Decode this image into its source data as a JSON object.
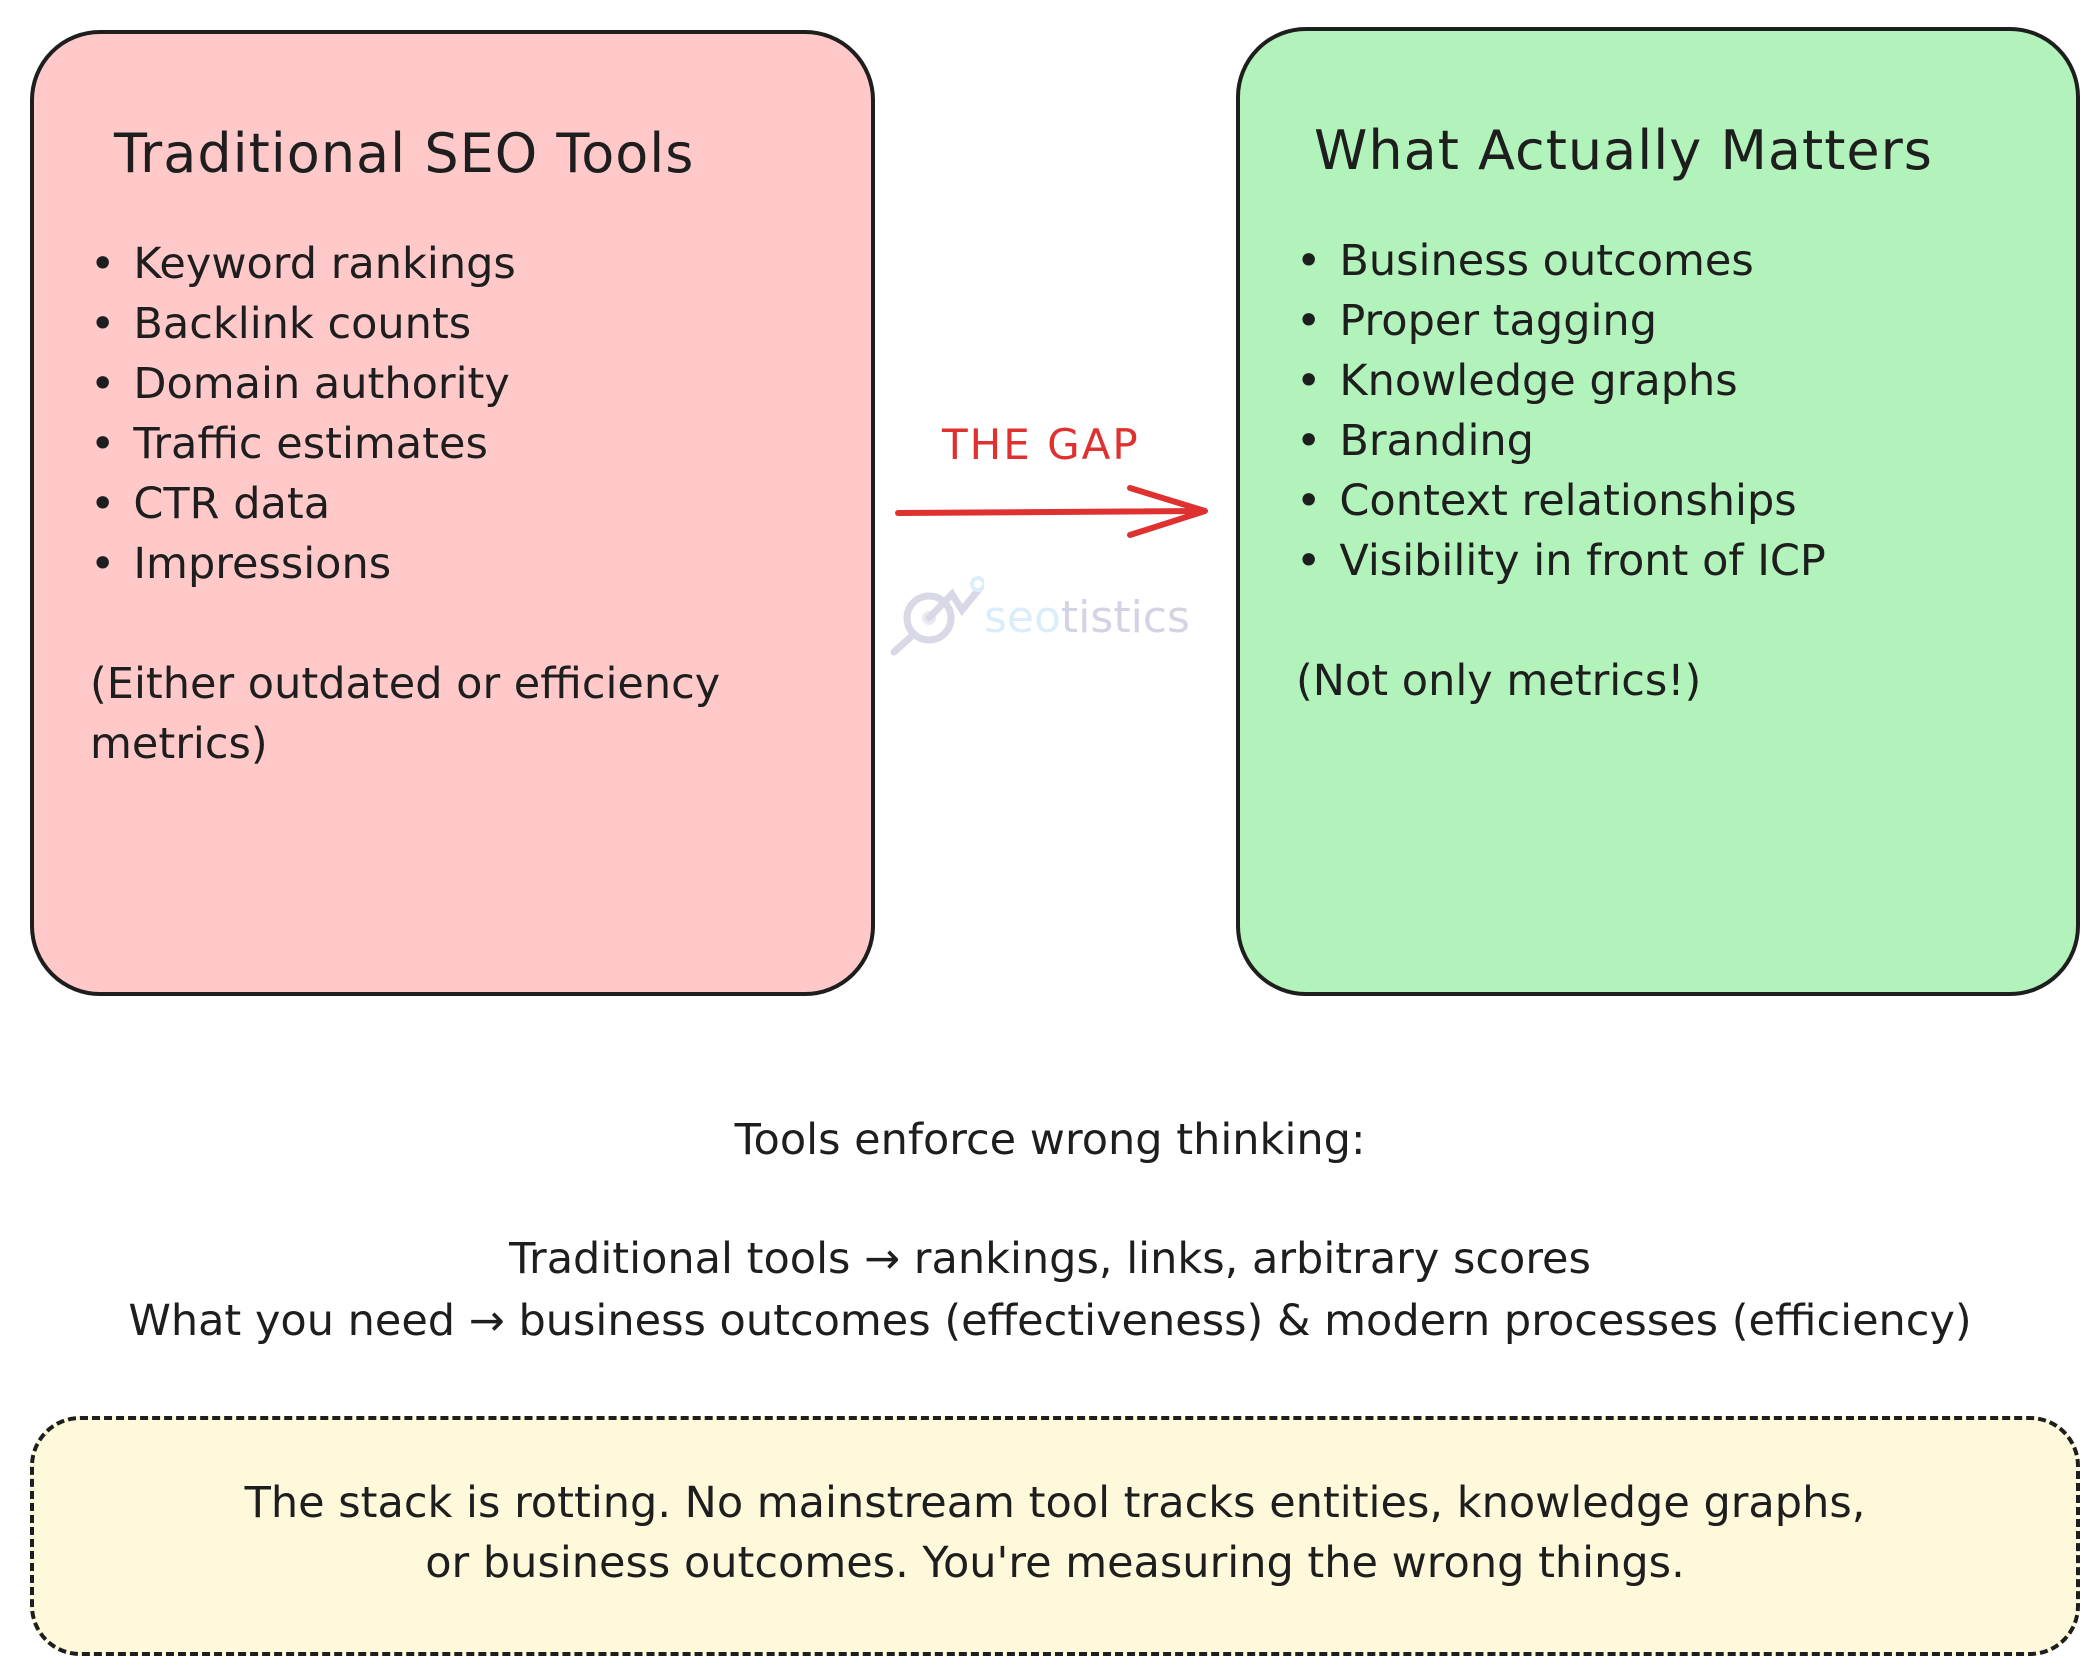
{
  "left_box": {
    "title": "Traditional SEO Tools",
    "items": [
      "Keyword rankings",
      "Backlink counts",
      "Domain authority",
      "Traffic estimates",
      "CTR data",
      "Impressions"
    ],
    "note": "(Either outdated or efficiency metrics)",
    "color": "#ffc9c9"
  },
  "right_box": {
    "title": "What Actually Matters",
    "items": [
      "Business outcomes",
      "Proper tagging",
      "Knowledge graphs",
      "Branding",
      "Context relationships",
      "Visibility in front of ICP"
    ],
    "note": "(Not only metrics!)",
    "color": "#b2f2bb"
  },
  "gap": {
    "label": "THE GAP",
    "color": "#e03131"
  },
  "watermark": {
    "text_a": "seo",
    "text_b": "tistics"
  },
  "summary": {
    "heading": "Tools enforce wrong thinking:",
    "line1": "Traditional tools → rankings, links, arbitrary scores",
    "line2": "What you need → business outcomes (effectiveness) & modern processes (efficiency)"
  },
  "callout": {
    "line1": "The stack is rotting. No mainstream tool tracks entities, knowledge graphs,",
    "line2": "or business outcomes. You're measuring the wrong things.",
    "color": "#fff9db"
  }
}
